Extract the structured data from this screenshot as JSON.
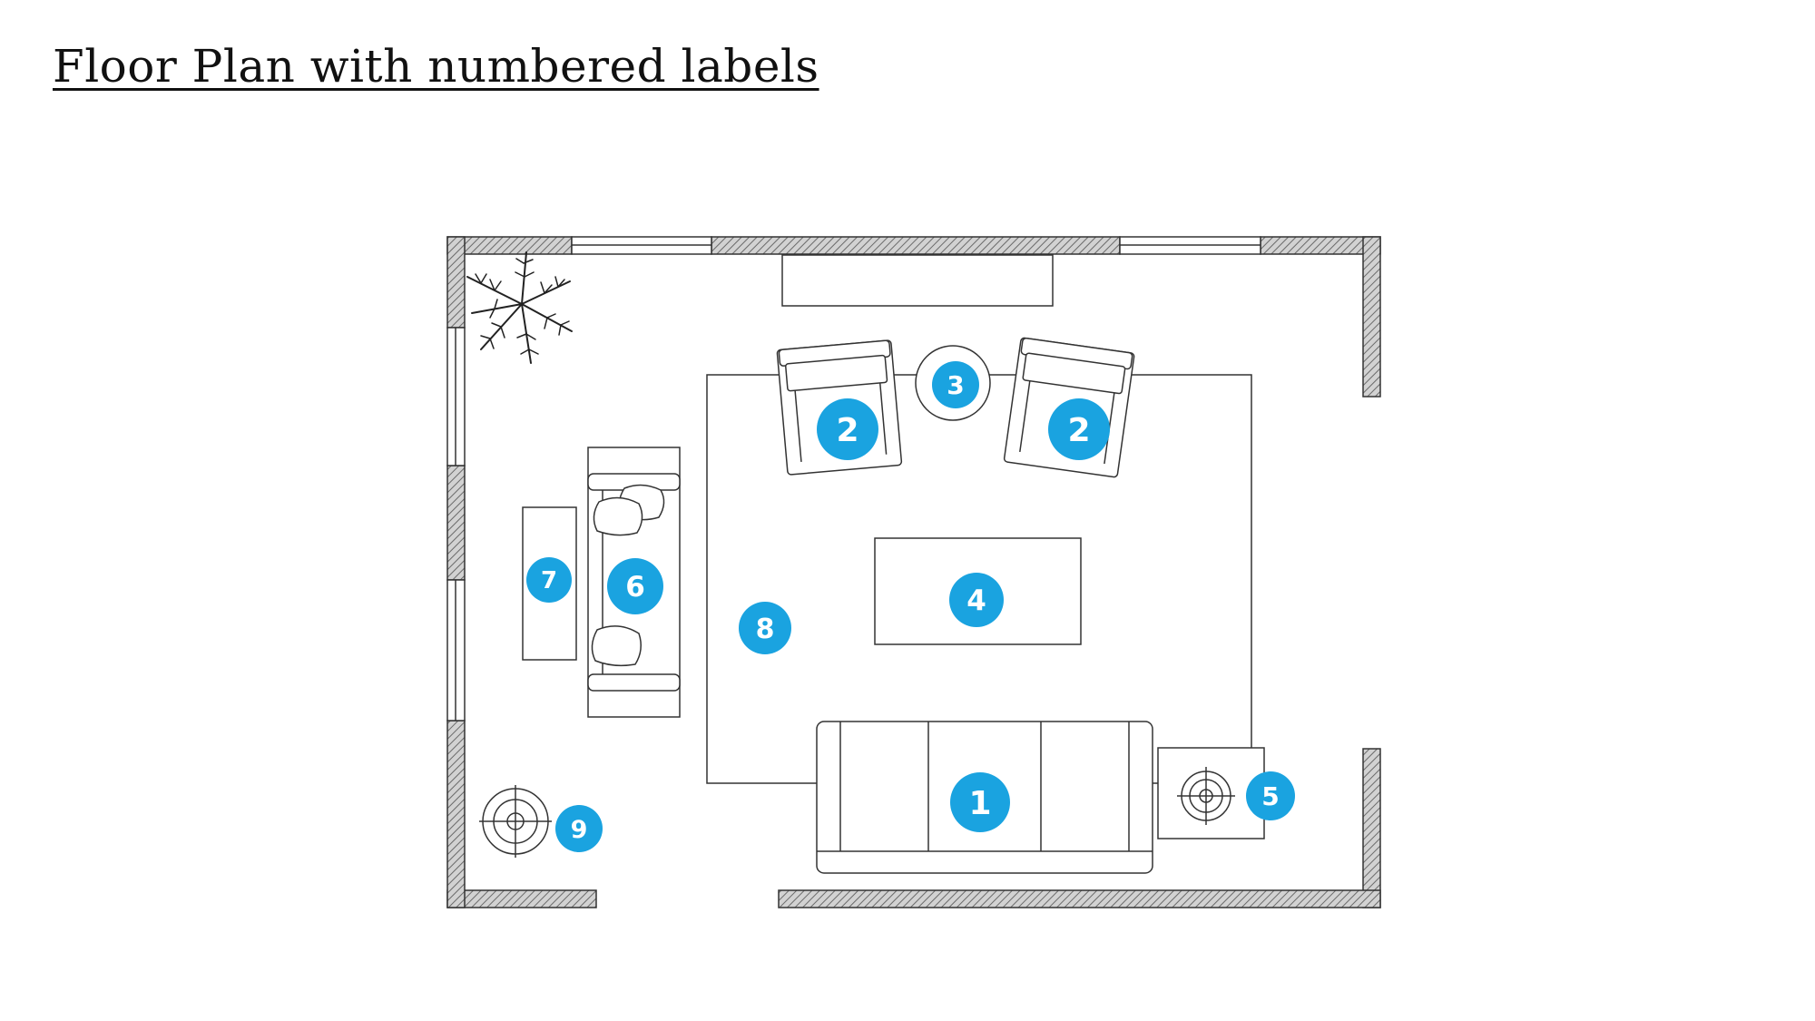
{
  "title": "Floor Plan with numbered labels",
  "colors": {
    "badge": "#1aa3e0",
    "badge_text": "#ffffff",
    "line": "#333333",
    "wall_fill": "#c8c8c8"
  },
  "labels": {
    "sofa": "1",
    "armchair_left": "2",
    "armchair_right": "2",
    "side_table_round": "3",
    "coffee_table": "4",
    "end_table": "5",
    "loveseat": "6",
    "console_table": "7",
    "rug": "8",
    "floor_lamp": "9"
  }
}
